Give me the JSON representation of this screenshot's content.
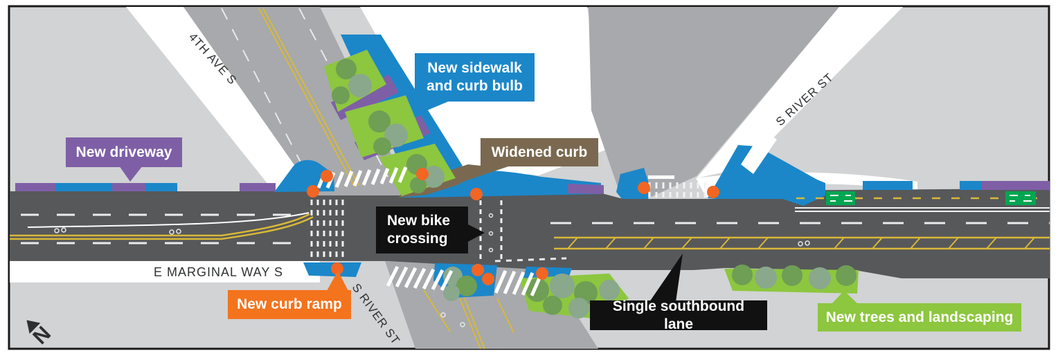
{
  "diagram": {
    "north_arrow": {
      "label": "N"
    },
    "streets": [
      {
        "id": "fourth-ave-s",
        "name": "4TH AVE S"
      },
      {
        "id": "s-river-st-north",
        "name": "S RIVER ST"
      },
      {
        "id": "e-marginal-way-s",
        "name": "E MARGINAL WAY S"
      },
      {
        "id": "s-river-st-south",
        "name": "S RIVER ST"
      }
    ],
    "callouts": [
      {
        "id": "new-sidewalk-and-curb-bulb",
        "label": "New sidewalk and curb bulb",
        "color": "#1b87c9"
      },
      {
        "id": "new-driveway",
        "label": "New driveway",
        "color": "#7e5fa6"
      },
      {
        "id": "widened-curb",
        "label": "Widened curb",
        "color": "#7a6950"
      },
      {
        "id": "new-bike-crossing",
        "label": "New bike crossing",
        "color": "#111111"
      },
      {
        "id": "new-curb-ramp",
        "label": "New curb ramp",
        "color": "#f4731d"
      },
      {
        "id": "single-southbound-lane",
        "label": "Single southbound lane",
        "color": "#111111"
      },
      {
        "id": "new-trees-and-landscaping",
        "label": "New trees and landscaping",
        "color": "#8dc63f"
      }
    ],
    "colors": {
      "background": "#d1d3d4",
      "main_road": "#57585a",
      "side_road": "#a7a9ac",
      "sidewalk_blue": "#1b87c9",
      "driveway_purple": "#7e5fa6",
      "curb_brown": "#7a6950",
      "landscaping_green": "#8dc63f",
      "tree_green": "#6f9e55",
      "bike_box_green": "#00a651",
      "marker_orange": "#f26522",
      "lane_yellow": "#d9b937"
    }
  }
}
